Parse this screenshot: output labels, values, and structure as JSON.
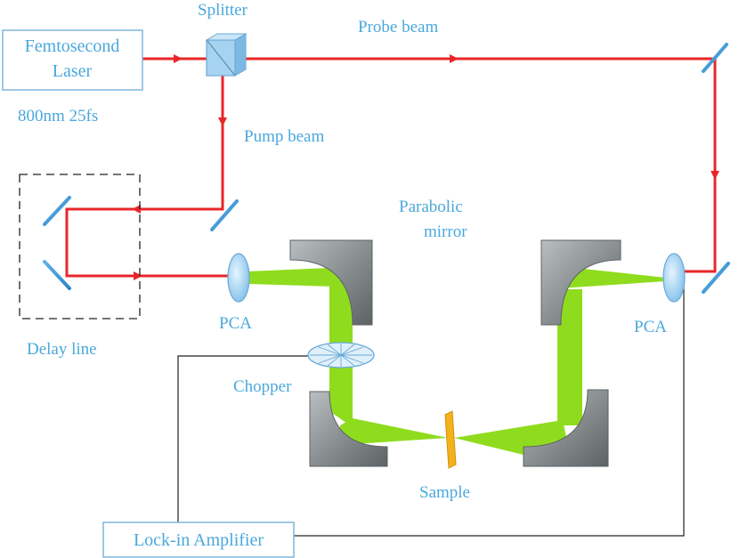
{
  "colors": {
    "laser_beam": "#e8262a",
    "thz_beam": "#8fdc1e",
    "label_blue": "#4aa8dc",
    "box_border": "#7fb6dc",
    "mirror_gray": "#8a8f92",
    "lens_blue": "#9dd0f0",
    "sample_orange": "#f2b21c",
    "wire": "#222222"
  },
  "labels": {
    "laser_line1": "Femtosecond",
    "laser_line2": "Laser",
    "laser_spec": "800nm 25fs",
    "splitter": "Splitter",
    "probe_beam": "Probe beam",
    "pump_beam": "Pump beam",
    "delay_line": "Delay line",
    "parabolic_line1": "Parabolic",
    "parabolic_line2": "mirror",
    "pca_left": "PCA",
    "pca_right": "PCA",
    "chopper": "Chopper",
    "sample": "Sample",
    "lockin": "Lock-in Amplifier"
  },
  "icons": [
    "beam-splitter-icon",
    "flat-mirror-icon",
    "parabolic-mirror-icon",
    "pca-lens-icon",
    "chopper-wheel-icon",
    "sample-plate-icon",
    "direction-arrow-icon"
  ]
}
